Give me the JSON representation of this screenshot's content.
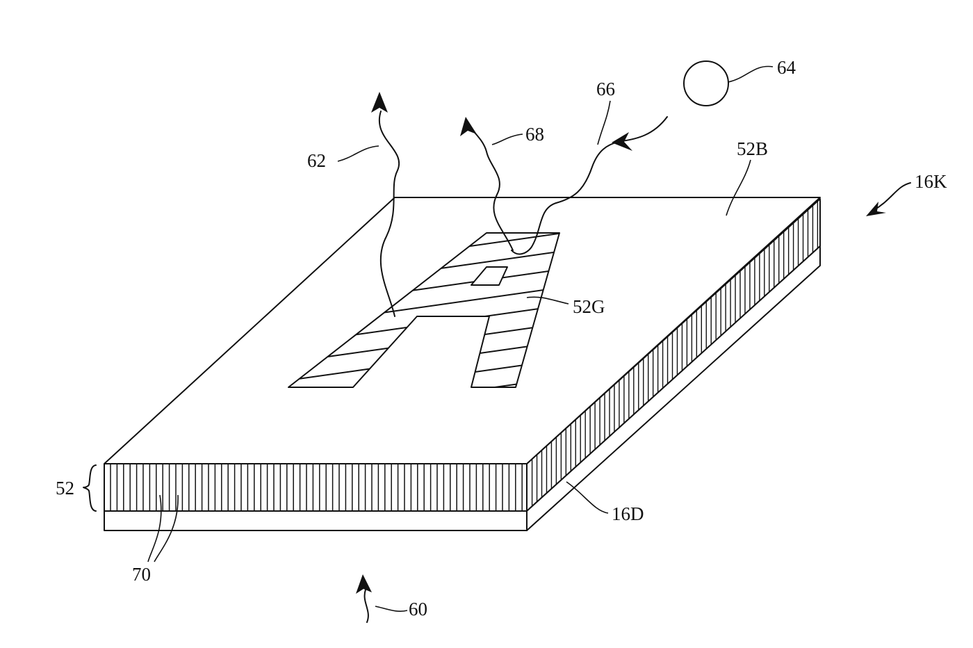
{
  "labels": {
    "ref_64": "64",
    "ref_66": "66",
    "ref_68": "68",
    "ref_62": "62",
    "ref_52B": "52B",
    "ref_16K": "16K",
    "ref_52G": "52G",
    "ref_52": "52",
    "ref_16D": "16D",
    "ref_70": "70",
    "ref_60": "60"
  },
  "colors": {
    "ink": "#111111",
    "background": "#ffffff"
  },
  "glyph_on_surface": "A"
}
